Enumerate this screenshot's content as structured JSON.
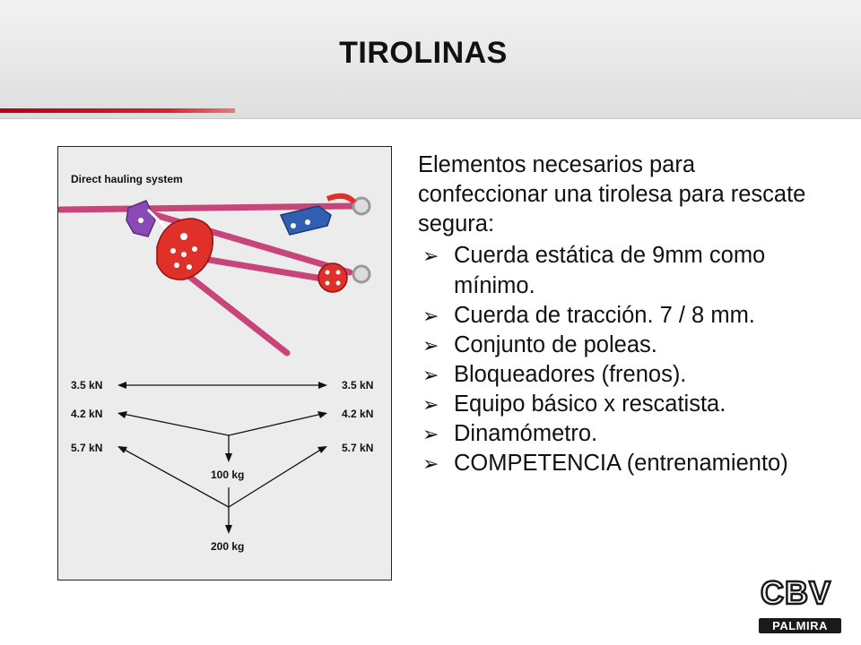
{
  "slide": {
    "title": "TIROLINAS",
    "accent_color": "#c8102e"
  },
  "diagram": {
    "caption": "Direct hauling system",
    "force_labels": {
      "left": [
        "3.5 kN",
        "4.2 kN",
        "5.7 kN"
      ],
      "right": [
        "3.5 kN",
        "4.2 kN",
        "5.7 kN"
      ],
      "center_top": "100 kg",
      "center_bottom": "200 kg"
    },
    "colors": {
      "rope": "#c8457a",
      "pulley": "#e0302a",
      "ascender": "#2f5fb0",
      "clamp": "#8a4ab5"
    }
  },
  "content": {
    "intro": "Elementos necesarios para confeccionar una tirolesa  para rescate segura:",
    "bullet_icon": "arrow-bullet-icon",
    "items": [
      "Cuerda estática de 9mm como mínimo.",
      "Cuerda de tracción. 7 / 8 mm.",
      "Conjunto de poleas.",
      "Bloqueadores  (frenos).",
      "Equipo básico x rescatista.",
      "Dinamómetro.",
      "COMPETENCIA (entrenamiento)"
    ]
  },
  "logo": {
    "text": "CBV",
    "subtext": "PALMIRA"
  }
}
